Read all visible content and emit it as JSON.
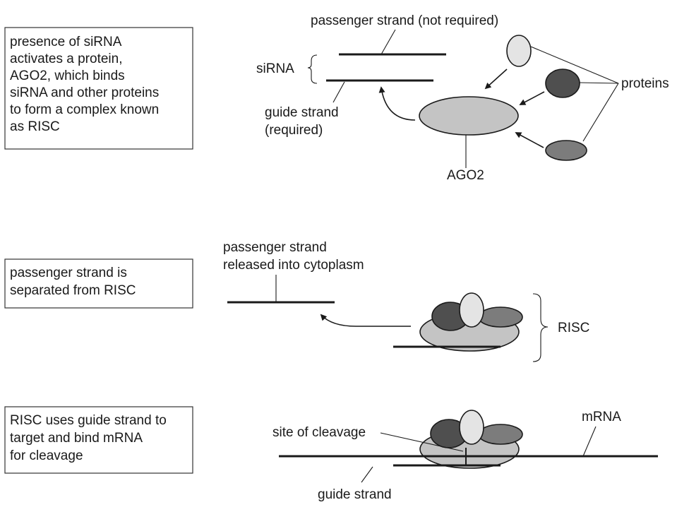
{
  "steps": [
    {
      "lines": [
        "presence of siRNA",
        "activates a protein,",
        "AGO2, which binds",
        "siRNA and other proteins",
        "to form a complex known",
        "as RISC"
      ]
    },
    {
      "lines": [
        "passenger strand is",
        "separated from RISC"
      ]
    },
    {
      "lines": [
        "RISC uses guide strand to",
        "target and bind mRNA",
        "for cleavage"
      ]
    }
  ],
  "labels": {
    "passenger_not_required": "passenger strand (not required)",
    "sirna": "siRNA",
    "guide_strand_line1": "guide strand",
    "guide_strand_line2": "(required)",
    "proteins": "proteins",
    "ago2": "AGO2",
    "passenger_released_line1": "passenger strand",
    "passenger_released_line2": "released into cytoplasm",
    "risc": "RISC",
    "mrna": "mRNA",
    "site_of_cleavage": "site of cleavage",
    "guide_strand": "guide strand"
  },
  "colors": {
    "protein_light": "#e4e4e4",
    "protein_dark": "#4f4f4f",
    "protein_mid": "#7c7c7c",
    "ago2": "#c4c4c4"
  }
}
